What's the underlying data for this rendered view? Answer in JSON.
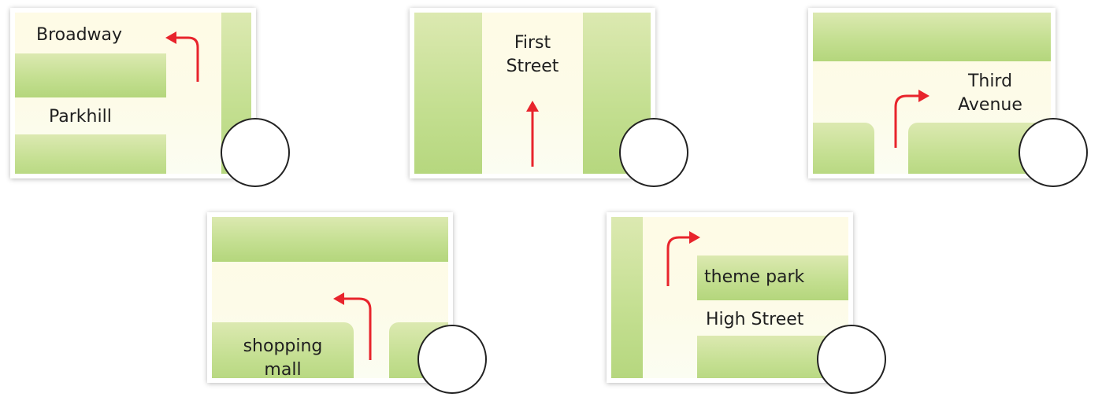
{
  "panels": [
    {
      "labels": [
        "Broadway",
        "Parkhill"
      ],
      "arrow": "left-turn"
    },
    {
      "labels": [
        "First",
        "Street"
      ],
      "arrow": "straight"
    },
    {
      "labels": [
        "Third",
        "Avenue"
      ],
      "arrow": "right-turn"
    },
    {
      "labels": [
        "shopping",
        "mall"
      ],
      "arrow": "left-turn"
    },
    {
      "labels": [
        "theme park",
        "High Street"
      ],
      "arrow": "right-turn"
    }
  ],
  "colors": {
    "arrow": "#e8242c",
    "block": "#c4df91",
    "road": "#fdfbe8"
  }
}
